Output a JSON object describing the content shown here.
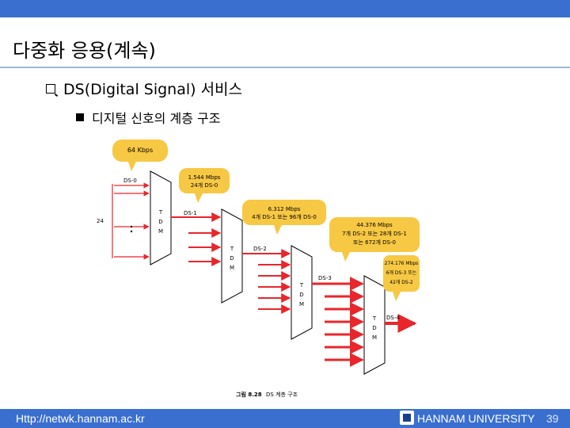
{
  "slide": {
    "title": "다중화 응용(계속)",
    "bullet1": "DS(Digital Signal) 서비스",
    "bullet2": "디지털 신호의 계층 구조"
  },
  "figure": {
    "caption_num": "그림 8.28",
    "caption_text": "DS 계층 구조",
    "callouts": {
      "c64": "64 Kbps",
      "c1544_line1": "1.544 Mbps",
      "c1544_line2": "24개 DS-0",
      "c6312_line1": "6.312 Mbps",
      "c6312_line2": "4개 DS-1 또는 96개 DS-0",
      "c44_line1": "44.376 Mbps",
      "c44_line2": "7개 DS-2 또는 28개 DS-1",
      "c44_line3": "또는 672개 DS-0",
      "c274_line1": "274.176 Mbps",
      "c274_line2": "6개 DS-3 또는",
      "c274_line3": "42개 DS-2"
    },
    "labels": {
      "ds0": "DS-0",
      "ds1": "DS-1",
      "ds2": "DS-2",
      "ds3": "DS-3",
      "ds4": "DS-4",
      "input_count": "24",
      "mux_t": "T",
      "mux_d": "D",
      "mux_m": "M"
    },
    "colors": {
      "callout": "#f7c843",
      "arrow": "#e8262b",
      "mux": "#ffffff"
    }
  },
  "footer": {
    "url": "Http://netwk.hannam.ac.kr",
    "university": "HANNAM UNIVERSITY",
    "page": "39"
  }
}
